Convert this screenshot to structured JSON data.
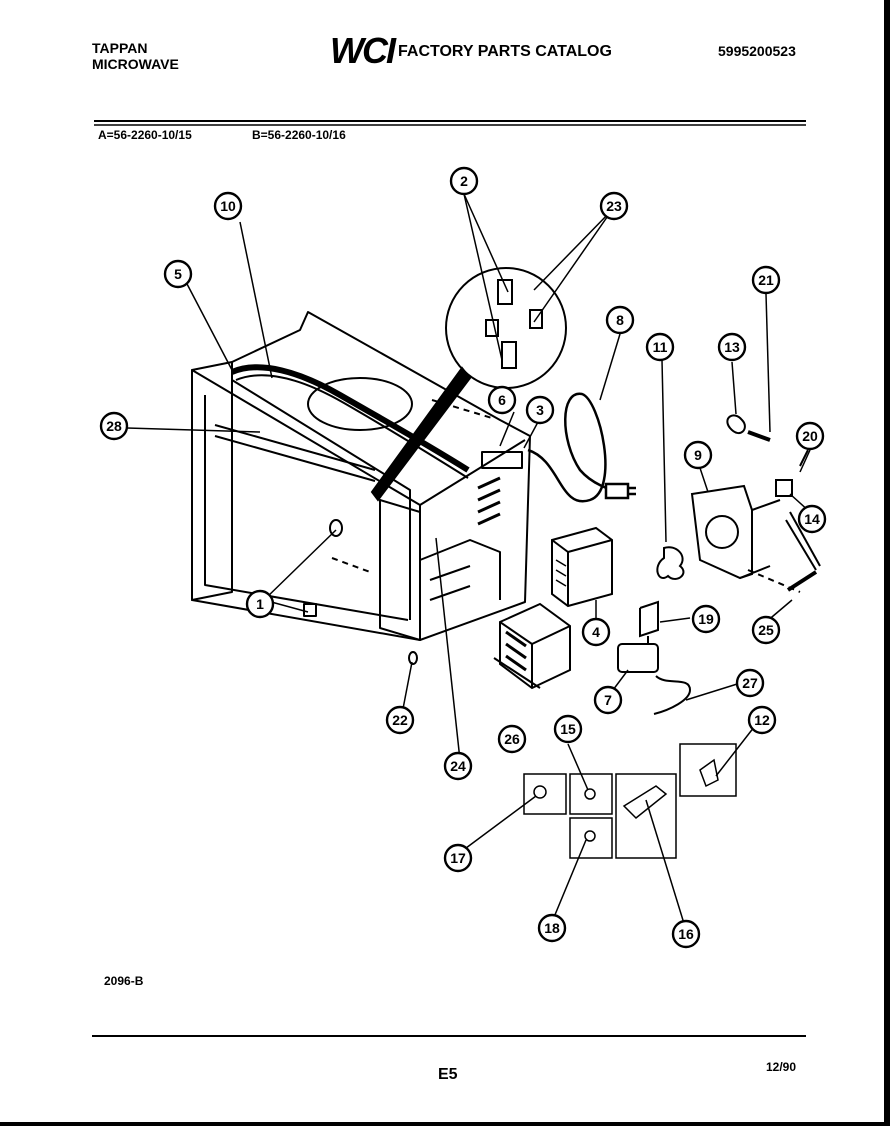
{
  "header": {
    "brand_line1": "TAPPAN",
    "brand_line2": "MICROWAVE",
    "logo_text": "WCI",
    "catalog_title": "FACTORY PARTS CATALOG",
    "catalog_number": "5995200523"
  },
  "models": {
    "a": "A=56-2260-10/15",
    "b": "B=56-2260-10/16"
  },
  "callouts": [
    "1",
    "2",
    "3",
    "4",
    "5",
    "6",
    "7",
    "8",
    "9",
    "10",
    "11",
    "12",
    "13",
    "14",
    "15",
    "16",
    "17",
    "18",
    "19",
    "20",
    "21",
    "22",
    "23",
    "24",
    "25",
    "26",
    "27",
    "28"
  ],
  "footer": {
    "drawing_ref": "2096-B",
    "page": "E5",
    "date": "12/90"
  }
}
